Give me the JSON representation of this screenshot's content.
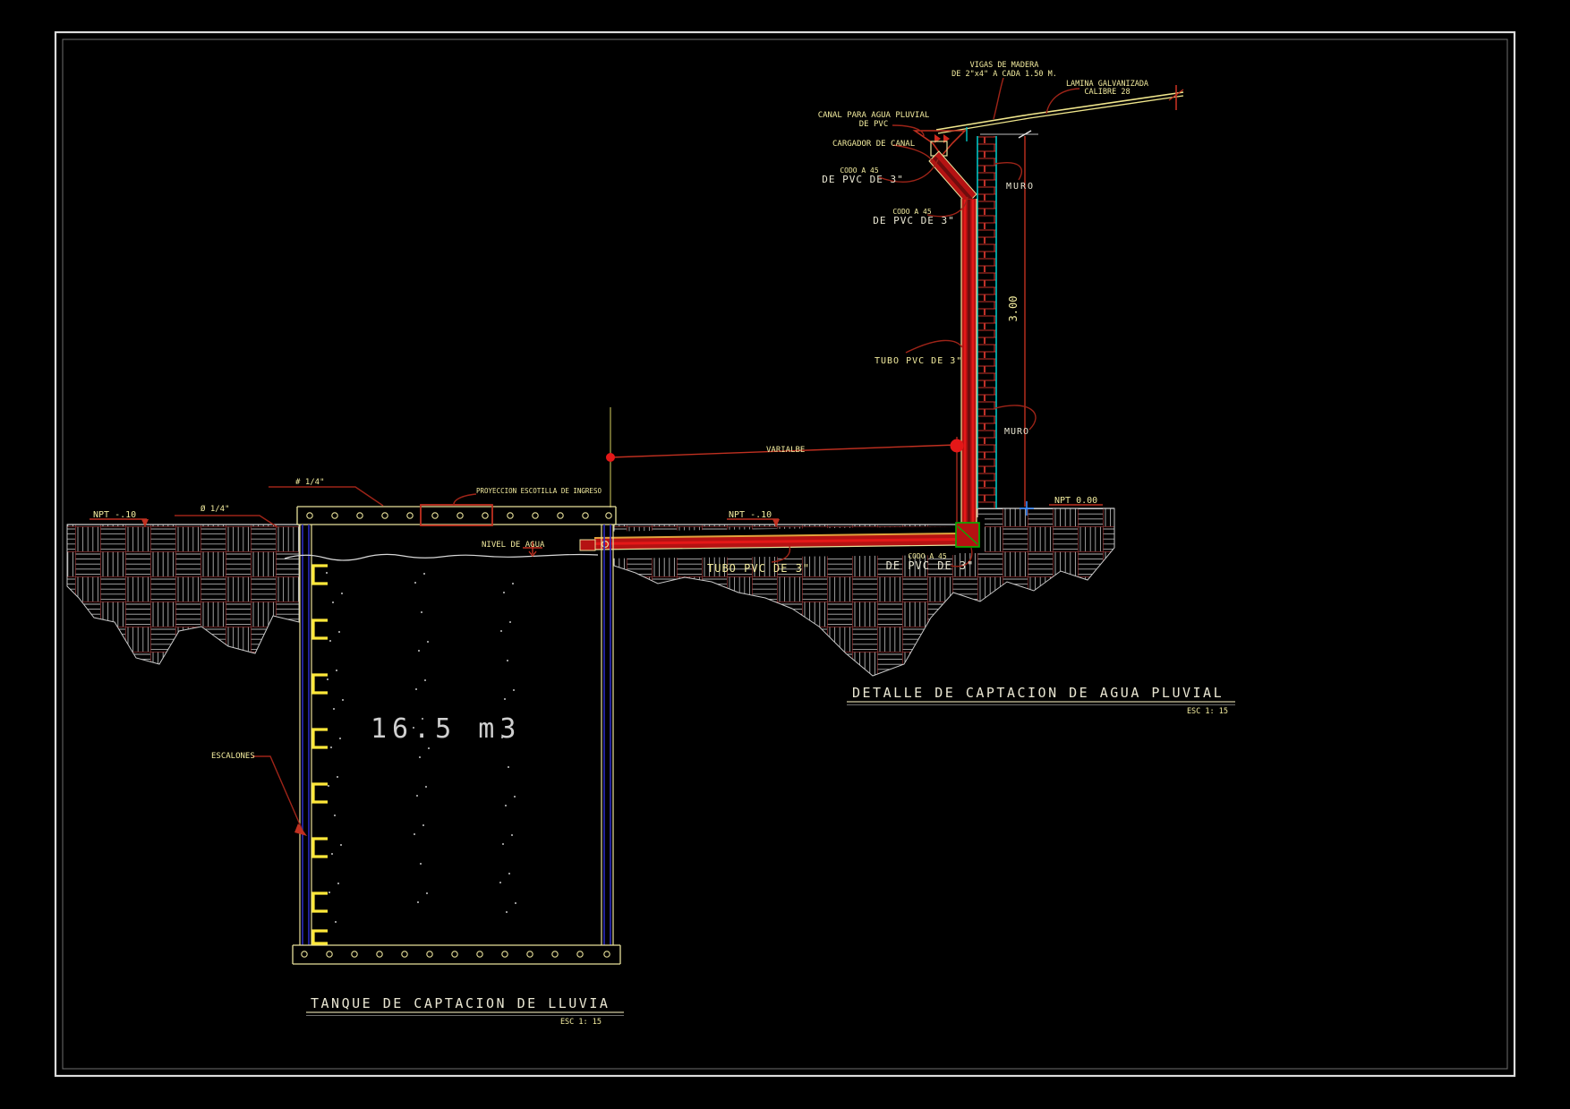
{
  "palette": {
    "background": "#000000",
    "red_lines": "#b9281e",
    "pipe_red": "#c41510",
    "pipe_dark": "#6e0d0d",
    "cad_yellow": "#f2eb9e",
    "bright_yellow": "#ffe839",
    "cyan": "#00c4c4",
    "blue": "#2b2bc0",
    "green": "#00b400",
    "hatch_gray": "#b3b3b3",
    "white": "#cccccc"
  },
  "detail": {
    "title": "DETALLE DE CAPTACION DE AGUA PLUVIAL",
    "scale": "ESC 1: 15",
    "labels": {
      "vigas1": "VIGAS DE MADERA",
      "vigas2": "DE 2\"x4\" A CADA 1.50 M.",
      "lamina1": "LAMINA GALVANIZADA",
      "lamina2": "CALIBRE 28",
      "canal1": "CANAL PARA AGUA PLUVIAL",
      "canal2": "DE PVC",
      "cargador": "CARGADOR DE CANAL",
      "codo_a": "CODO A 45",
      "codo_b": "DE PVC DE 3\"",
      "muro": "MURO",
      "tubo": "TUBO PVC DE 3\"",
      "altura_muro": "3.00",
      "variable": "VARIALBE",
      "npt_menos10": "NPT -.10",
      "npt_cero": "NPT 0.00"
    }
  },
  "tanque": {
    "title": "TANQUE DE CAPTACION DE LLUVIA",
    "scale": "ESC 1: 15",
    "volumen": "16.5 m3",
    "labels": {
      "npt": "NPT -.10",
      "rebar_losa": "# 1/4\"",
      "rebar_muro": "Ø 1/4\"",
      "proyeccion": "PROYECCION ESCOTILLA DE INGRESO",
      "nivel": "NIVEL DE AGUA",
      "escalones": "ESCALONES",
      "tubo": "TUBO PVC DE 3\"",
      "codo_a": "CODO A 45",
      "codo_b": "DE PVC DE 3\""
    }
  }
}
